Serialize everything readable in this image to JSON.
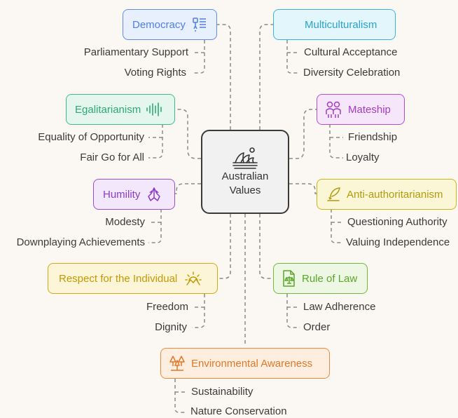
{
  "center": {
    "line1": "Australian",
    "line2": "Values",
    "icon": "opera-house-icon"
  },
  "topics": [
    {
      "id": "democracy",
      "label": "Democracy",
      "icon": "flowchart-icon",
      "color": "#5b8def",
      "fill": "#e8effd",
      "items": [
        "Parliamentary Support",
        "Voting Rights"
      ]
    },
    {
      "id": "multiculturalism",
      "label": "Multiculturalism",
      "icon": "",
      "color": "#37b6dd",
      "fill": "#e3f6fc",
      "items": [
        "Cultural Acceptance",
        "Diversity Celebration"
      ]
    },
    {
      "id": "egalitarianism",
      "label": "Egalitarianism",
      "icon": "sound-wave-icon",
      "color": "#3fbb8c",
      "fill": "#e4f6ee",
      "items": [
        "Equality of Opportunity",
        "Fair Go for All"
      ]
    },
    {
      "id": "mateship",
      "label": "Mateship",
      "icon": "people-icon",
      "color": "#b34fcf",
      "fill": "#f6e6fa",
      "items": [
        "Friendship",
        "Loyalty"
      ]
    },
    {
      "id": "humility",
      "label": "Humility",
      "icon": "praying-hands-icon",
      "color": "#9b4fd6",
      "fill": "#f2e7fb",
      "items": [
        "Modesty",
        "Downplaying Achievements"
      ]
    },
    {
      "id": "anti-authoritarianism",
      "label": "Anti-authoritarianism",
      "icon": "quill-icon",
      "color": "#cdb416",
      "fill": "#fbf6d6",
      "items": [
        "Questioning Authority",
        "Valuing Independence"
      ]
    },
    {
      "id": "respect",
      "label": "Respect for the Individual",
      "icon": "sunrise-icon",
      "color": "#d3a912",
      "fill": "#fcf5d7",
      "items": [
        "Freedom",
        "Dignity"
      ]
    },
    {
      "id": "rule-of-law",
      "label": "Rule of Law",
      "icon": "legal-document-icon",
      "color": "#6fba3b",
      "fill": "#eef7e3",
      "items": [
        "Law Adherence",
        "Order"
      ]
    },
    {
      "id": "environment",
      "label": "Environmental Awareness",
      "icon": "trees-icon",
      "color": "#ec8a3e",
      "fill": "#fdeedf",
      "items": [
        "Sustainability",
        "Nature Conservation"
      ]
    }
  ]
}
